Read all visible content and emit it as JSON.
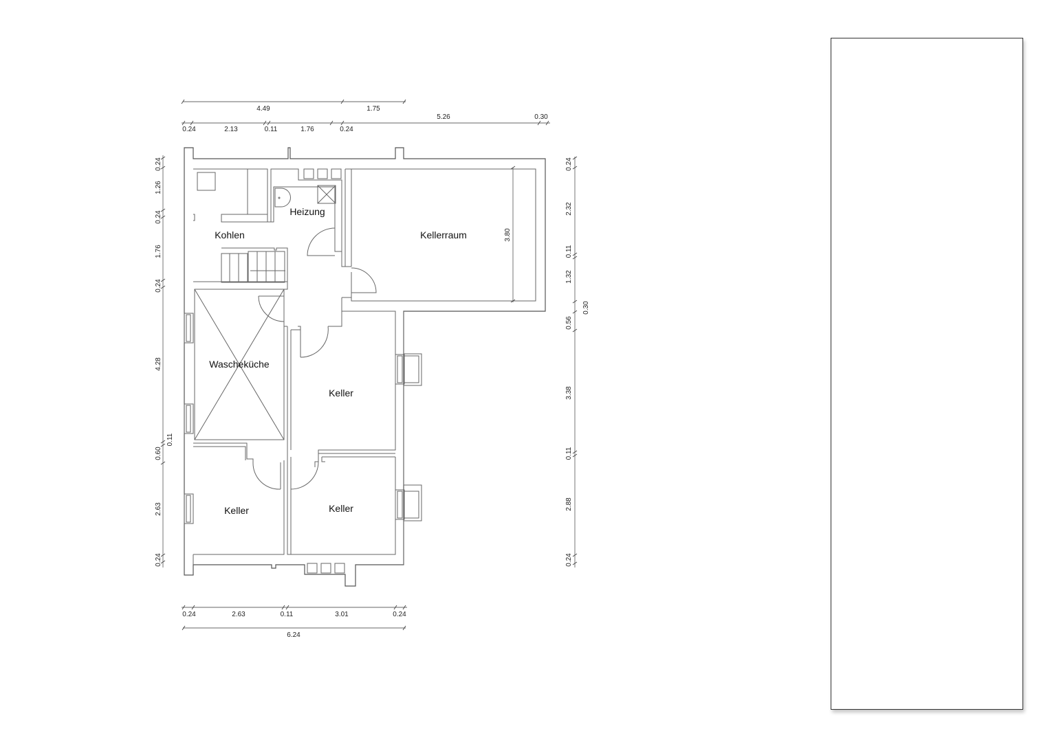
{
  "rooms": {
    "kohlen": "Kohlen",
    "heizung": "Heizung",
    "kellerraum": "Kellerraum",
    "waschekueche": "Wascheküche",
    "keller_center": "Keller",
    "keller_bottom_left": "Keller",
    "keller_bottom_right": "Keller"
  },
  "dimensions": {
    "top_row1": [
      "4.49",
      "1.75"
    ],
    "top_row2": [
      "0.24",
      "2.13",
      "0.11",
      "1.76",
      "0.24",
      "5.26",
      "0.30"
    ],
    "left": [
      "0.24",
      "1.26",
      "0.24",
      "1.76",
      "0.24",
      "4.28",
      "0.60",
      "0.11",
      "2.63",
      "0.24"
    ],
    "right": [
      "0.24",
      "2.32",
      "0.11",
      "1.32",
      "0.30",
      "0.56",
      "3.38",
      "0.11",
      "2.88",
      "0.24"
    ],
    "bottom_row1": [
      "0.24",
      "2.63",
      "0.11",
      "3.01",
      "0.24"
    ],
    "bottom_row2": [
      "6.24"
    ],
    "kellerraum_height": "3.80"
  },
  "panel": {
    "border_color": "#333333"
  }
}
